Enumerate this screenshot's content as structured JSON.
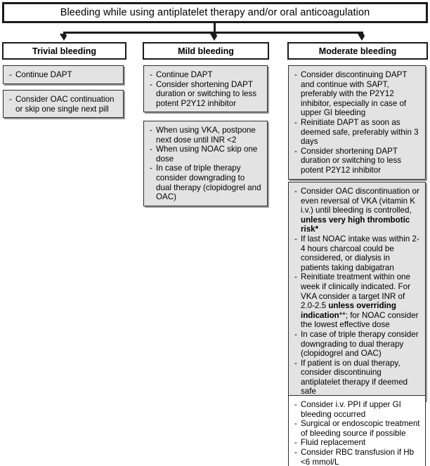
{
  "title_box": {
    "text": "Bleeding while using antiplatelet therapy and/or oral anticoagulation"
  },
  "columns": [
    {
      "id": "trivial",
      "header": "Trivial bleeding",
      "boxes": [
        {
          "id": "trivial-box-1",
          "fill": "gray",
          "items": [
            [
              {
                "t": "Continue DAPT"
              }
            ]
          ]
        },
        {
          "id": "trivial-box-2",
          "fill": "gray",
          "items": [
            [
              {
                "t": "Consider OAC continuation or skip one single next pill"
              }
            ]
          ]
        }
      ]
    },
    {
      "id": "mild",
      "header": "Mild bleeding",
      "boxes": [
        {
          "id": "mild-box-1",
          "fill": "gray",
          "items": [
            [
              {
                "t": "Continue DAPT"
              }
            ],
            [
              {
                "t": "Consider shortening DAPT duration or switching to less potent P2Y12 inhibitor"
              }
            ]
          ]
        },
        {
          "id": "mild-box-2",
          "fill": "gray",
          "items": [
            [
              {
                "t": "When using VKA, postpone next dose until INR <2"
              }
            ],
            [
              {
                "t": "When using NOAC skip one dose"
              }
            ],
            [
              {
                "t": "In case of triple therapy consider downgrading to dual therapy (clopidogrel and OAC)"
              }
            ]
          ]
        }
      ]
    },
    {
      "id": "moderate",
      "header": "Moderate bleeding",
      "boxes": [
        {
          "id": "moderate-box-1",
          "fill": "gray",
          "items": [
            [
              {
                "t": "Consider discontinuing DAPT and continue with SAPT, preferably with the P2Y12 inhibitor, especially in case of upper GI bleeding"
              }
            ],
            [
              {
                "t": "Reinitiate DAPT as soon as deemed safe, preferably within 3 days"
              }
            ],
            [
              {
                "t": "Consider shortening DAPT duration or switching to less potent P2Y12 inhibitor"
              }
            ]
          ]
        },
        {
          "id": "moderate-box-2",
          "fill": "gray",
          "items": [
            [
              {
                "t": "Consider OAC discontinuation or even reversal of VKA (vitamin K i.v.) until bleeding is controlled, "
              },
              {
                "t": "unless very high thrombotic risk*",
                "b": true
              }
            ],
            [
              {
                "t": "If last NOAC intake was within 2-4 hours charcoal could be considered, or dialysis in patients taking dabigatran"
              }
            ],
            [
              {
                "t": "Reinitiate treatment within one week if clinically indicated. For VKA consider a target INR of 2.0-2.5 "
              },
              {
                "t": "unless overriding indication",
                "b": true
              },
              {
                "t": "**; for NOAC consider the lowest effective dose"
              }
            ],
            [
              {
                "t": "In case of triple therapy consider downgrading to dual therapy (clopidogrel and OAC)"
              }
            ],
            [
              {
                "t": "If patient is on dual therapy, consider discontinuing antiplatelet therapy if deemed safe"
              }
            ]
          ]
        },
        {
          "id": "moderate-box-3",
          "fill": "white",
          "items": [
            [
              {
                "t": "Consider i.v. PPI if upper GI bleeding occurred"
              }
            ],
            [
              {
                "t": "Surgical or endoscopic treatment of bleeding source if possible"
              }
            ],
            [
              {
                "t": "Fluid replacement"
              }
            ],
            [
              {
                "t": "Consider RBC transfusion if Hb <6 mmol/L"
              }
            ]
          ]
        }
      ]
    }
  ],
  "colors": {
    "box_fill_gray": "#e3e3e3",
    "box_fill_white": "#ffffff",
    "border": "#1a1a1a",
    "shadow": "#9a9a9a"
  }
}
